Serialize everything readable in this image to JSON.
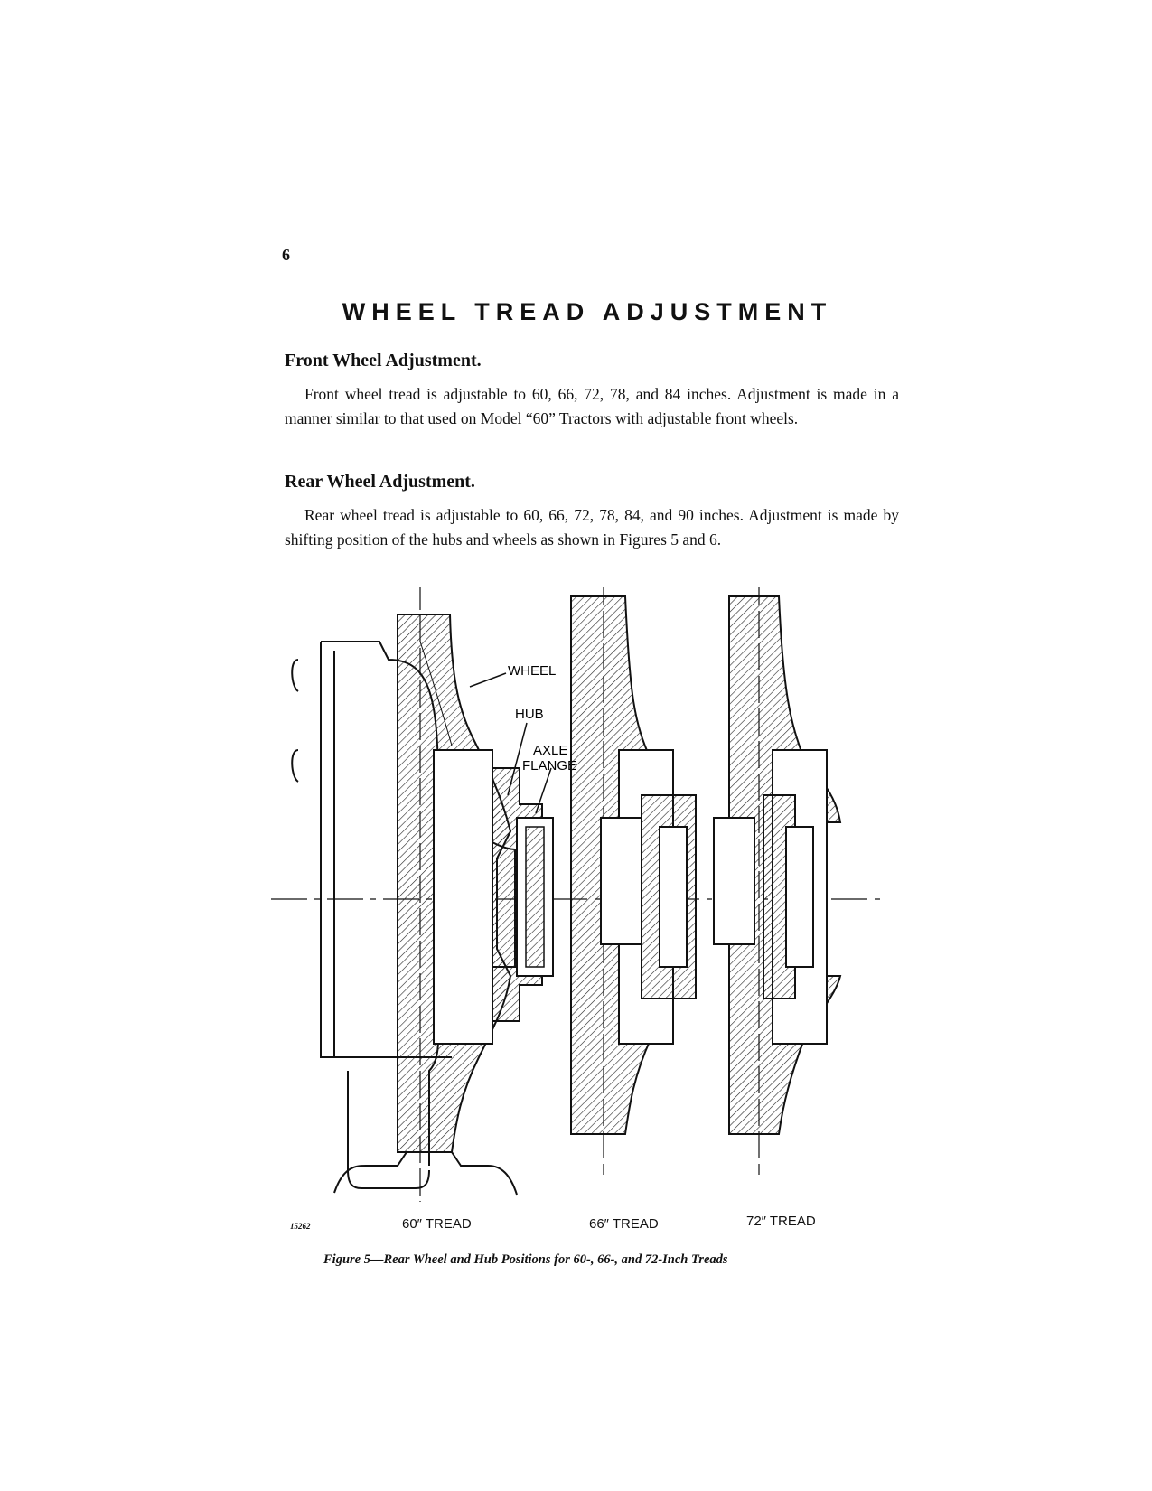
{
  "page": {
    "number": "6",
    "title": "WHEEL TREAD ADJUSTMENT"
  },
  "front": {
    "heading": "Front Wheel Adjustment.",
    "text": "Front wheel tread is adjustable to 60, 66, 72, 78, and 84 inches. Adjustment is made in a manner similar to that used on Model “60” Tractors with adjustable front wheels."
  },
  "rear": {
    "heading": "Rear Wheel Adjustment.",
    "text": "Rear wheel tread is adjustable to 60, 66, 72, 78, 84, and 90 inches. Adjustment is made by shifting position of the hubs and wheels as shown in Figures 5 and 6."
  },
  "figure": {
    "number": "15262",
    "callouts": {
      "wheel": "WHEEL",
      "hub": "HUB",
      "axle1": "AXLE",
      "axle2": "FLANGE"
    },
    "treads": [
      "60″ TREAD",
      "66″ TREAD",
      "72″ TREAD"
    ],
    "caption": "Figure 5—Rear Wheel and Hub Positions for 60-, 66-, and 72-Inch Treads"
  }
}
